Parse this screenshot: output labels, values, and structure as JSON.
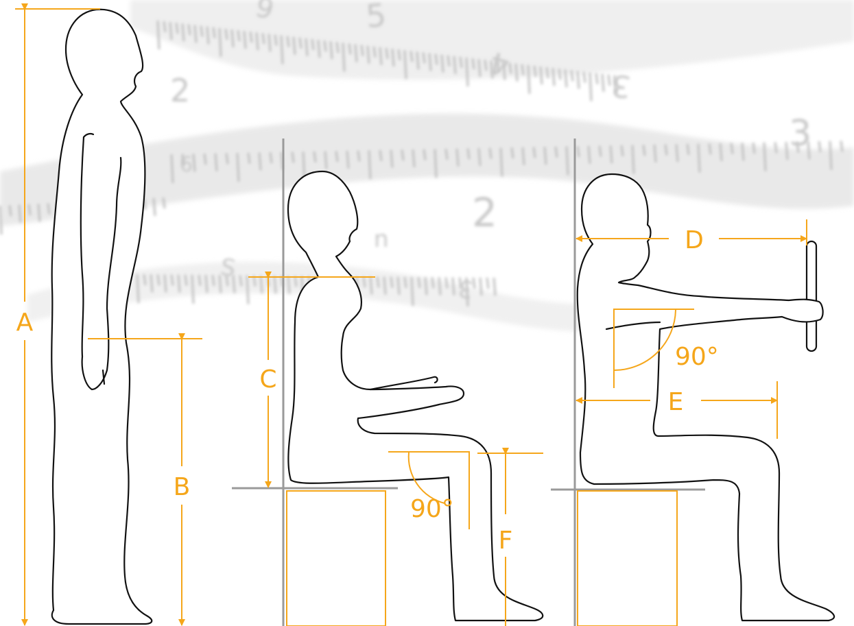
{
  "diagram": {
    "accent_color": "#f5a61a",
    "outline_color": "#111111",
    "guide_color": "#9a9a9a",
    "background": {
      "tape_numbers": [
        "9",
        "5",
        "4",
        "2",
        "6",
        "3",
        "3",
        "2",
        "S",
        "3",
        "n"
      ]
    },
    "labels": {
      "A": "A",
      "B": "B",
      "C": "C",
      "D": "D",
      "E": "E",
      "F": "F",
      "angle_knee": "90°",
      "angle_arm": "90°"
    }
  }
}
